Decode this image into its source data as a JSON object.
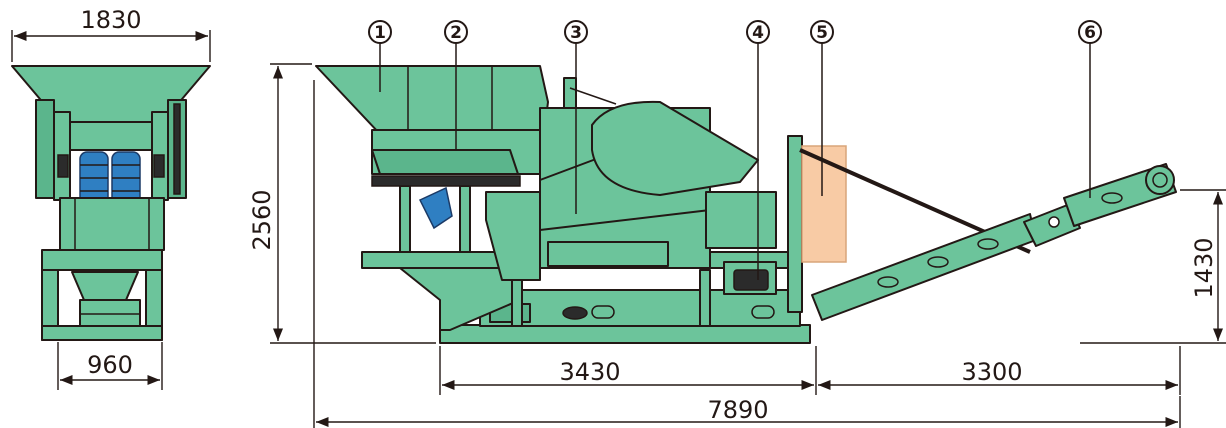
{
  "dimensions": {
    "front_width_top": "1830",
    "front_width_bottom": "960",
    "height_total": "2560",
    "discharge_height": "1430",
    "base_length": "3430",
    "conveyor_length": "3300",
    "total_length": "7890"
  },
  "callouts": [
    {
      "id": "1"
    },
    {
      "id": "2"
    },
    {
      "id": "3"
    },
    {
      "id": "4"
    },
    {
      "id": "5"
    },
    {
      "id": "6"
    }
  ],
  "colors": {
    "machine_body": "#6cc49b",
    "control_panel": "#f8cba5",
    "motor_blue": "#2f7fc2",
    "line": "#231815"
  }
}
